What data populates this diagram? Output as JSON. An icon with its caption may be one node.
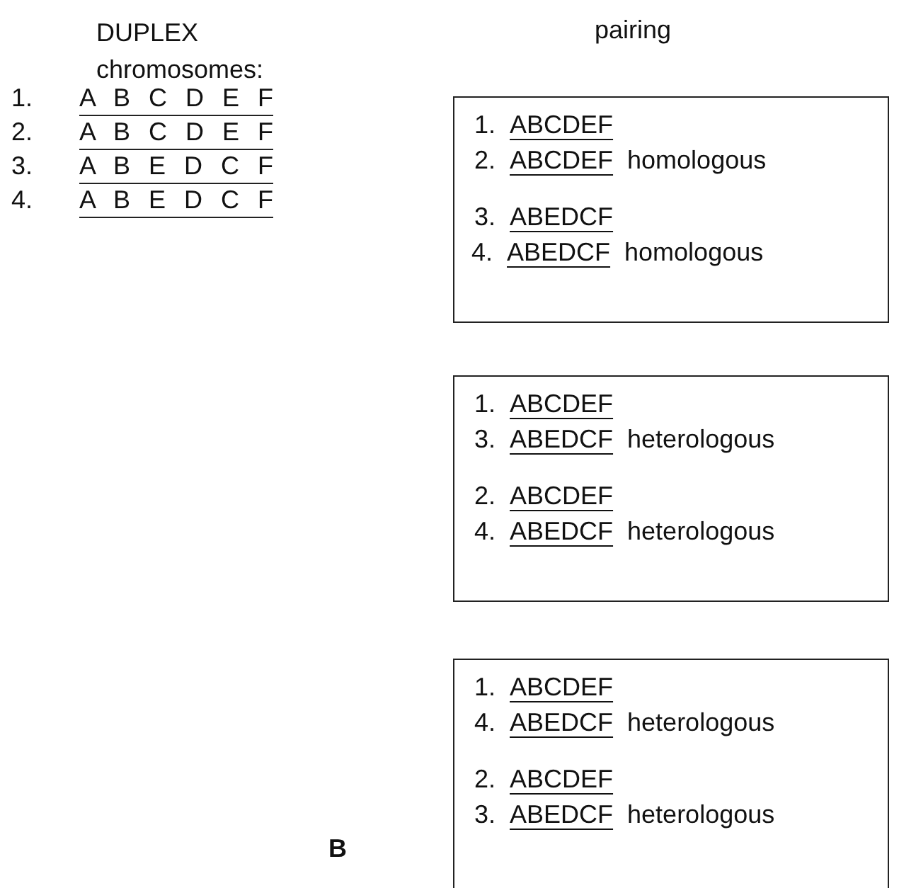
{
  "diagram": {
    "nodes": [
      {
        "text": [
          "1. ABCDEF",
          "2. ABCDEF homologous",
          "3. ABEDCF",
          "4. ABEDCF homologous"
        ]
      },
      {
        "text": [
          "1. ABCDEF",
          "3. ABEDCF heterologous",
          "2. ABCDEF",
          "4. ABEDCF heterologous"
        ]
      },
      {
        "text": [
          "1. ABCDEF",
          "4. ABEDCF heterologous",
          "2. ABCDEF",
          "3. ABEDCF heterologous"
        ]
      }
    ],
    "edges": [],
    "labels": [
      "DUPLEX chromosomes:",
      "pairing",
      "1. A B C D E F",
      "2. A B C D E F",
      "3. A B E D C F",
      "4. A B E D C F",
      "B"
    ]
  }
}
